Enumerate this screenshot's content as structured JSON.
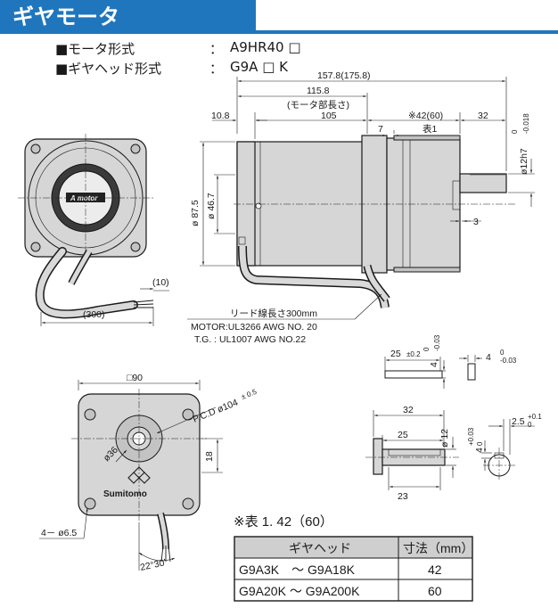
{
  "title": "ギヤモータ",
  "specs": [
    {
      "label": "■モータ形式",
      "sep": "：",
      "value": "A9HR40 □"
    },
    {
      "label": "■ギヤヘッド形式",
      "sep": "：",
      "value": "G9A □ K"
    }
  ],
  "dims": {
    "overall": "157.8(175.8)",
    "motor_length": "115.8",
    "motor_length_note": "(モータ部長さ)",
    "len105": "105",
    "len42": "※42(60)",
    "table_ref": "表1",
    "len32": "32",
    "len10_8": "10.8",
    "len7": "7",
    "len3": "3",
    "dia87_5": "ø 87.5",
    "dia46_7": "ø 46.7",
    "shaft_dia": "ø12h7",
    "shaft_tol_upper": "0",
    "shaft_tol_lower": "-0.018",
    "len10": "(10)",
    "len300": "(300)",
    "lead_length": "リード線長さ300mm",
    "motor_wire": "MOTOR:UL3266 AWG NO. 20",
    "tg_wire": "T.G. : UL1007 AWG NO.22",
    "key25": "25",
    "key25_tol": "±0.2",
    "key4": "4",
    "key4_tol_upper": "0",
    "key4_tol_lower": "-0.03",
    "key4b": "4",
    "key4b_tol_upper": "0",
    "key4b_tol_lower": "-0.03",
    "sq90": "□90",
    "pcd": "P.C.D ø104",
    "pcd_tol": "± 0.5",
    "dia36": "ø36",
    "len18": "18",
    "holes": "4－ ø6.5",
    "angle": "22°30'",
    "sh32": "32",
    "sh25": "25",
    "sh23": "23",
    "sh_dia12": "ø 12",
    "sh4": "4",
    "sh4_tol_upper": "+0.03",
    "sh4_tol_lower": "0",
    "sh2_5": "2.5",
    "sh2_5_tol_upper": "+0.1",
    "sh2_5_tol_lower": "0"
  },
  "logo_text": "Sumitomo",
  "table": {
    "caption": "※表 1. 42（60）",
    "headers": [
      "ギヤヘッド",
      "寸法（mm）"
    ],
    "rows": [
      {
        "model": "G9A3K　～ G9A18K",
        "value": "42"
      },
      {
        "model": "G9A20K ～ G9A200K",
        "value": "60"
      }
    ]
  }
}
